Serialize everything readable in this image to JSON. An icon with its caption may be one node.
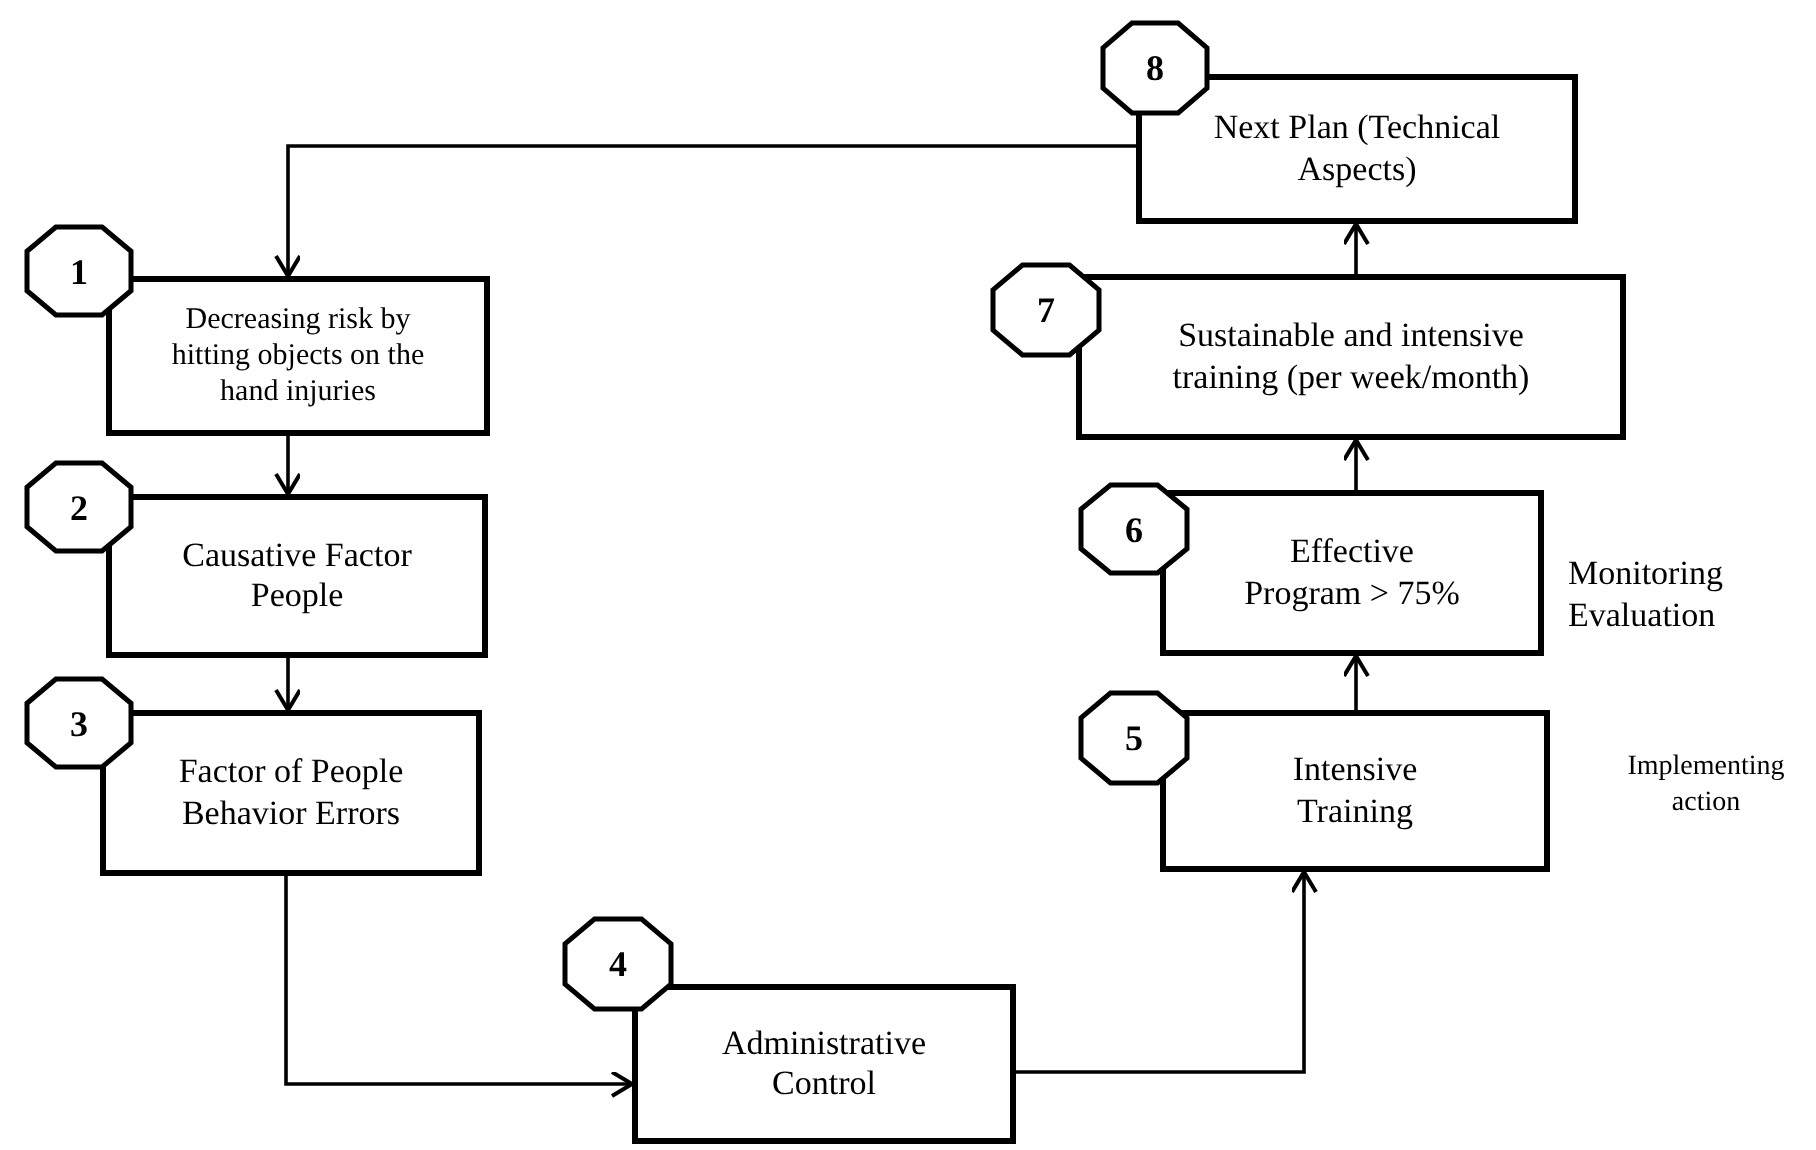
{
  "diagram": {
    "nodes": [
      {
        "text": [
          "1"
        ]
      },
      {
        "text": [
          "Decreasing risk by hitting objects on the hand injuries"
        ]
      },
      {
        "text": [
          "2"
        ]
      },
      {
        "text": [
          "Causative Factor People"
        ]
      },
      {
        "text": [
          "3"
        ]
      },
      {
        "text": [
          "Factor of People Behavior Errors"
        ]
      },
      {
        "text": [
          "4"
        ]
      },
      {
        "text": [
          "Administrative Control"
        ]
      },
      {
        "text": [
          "5"
        ]
      },
      {
        "text": [
          "Intensive Training"
        ],
        "beside": [
          "Implementing action"
        ]
      },
      {
        "text": [
          "6"
        ]
      },
      {
        "text": [
          "Effective Program > 75%"
        ],
        "beside": [
          "Monitoring Evaluation"
        ]
      },
      {
        "text": [
          "7"
        ]
      },
      {
        "text": [
          "Sustainable and intensive training (per week/month)"
        ]
      },
      {
        "text": [
          "8"
        ]
      },
      {
        "text": [
          "Next Plan (Technical Aspects)"
        ]
      }
    ],
    "edges": [
      {
        "from": 15,
        "to": 1,
        "arrow": "to"
      },
      {
        "from": 1,
        "to": 3,
        "arrow": "to"
      },
      {
        "from": 3,
        "to": 5,
        "arrow": "to"
      },
      {
        "from": 5,
        "to": 7,
        "arrow": "to"
      },
      {
        "from": 7,
        "to": 9,
        "arrow": "to"
      },
      {
        "from": 9,
        "to": 11,
        "arrow": "to"
      },
      {
        "from": 11,
        "to": 13,
        "arrow": "to"
      },
      {
        "from": 13,
        "to": 15,
        "arrow": "to"
      }
    ]
  }
}
